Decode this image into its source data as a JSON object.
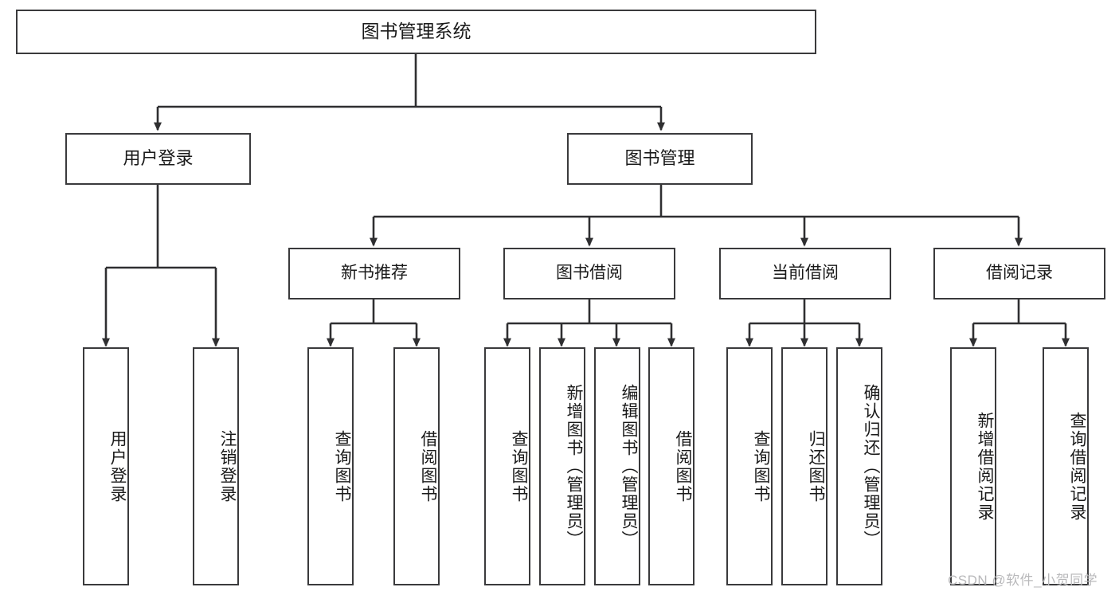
{
  "diagram": {
    "title": "图书管理系统",
    "type": "功能结构图",
    "root": {
      "label": "图书管理系统"
    },
    "level2": [
      {
        "label": "用户登录"
      },
      {
        "label": "图书管理"
      }
    ],
    "level3": [
      {
        "label": "新书推荐"
      },
      {
        "label": "图书借阅"
      },
      {
        "label": "当前借阅"
      },
      {
        "label": "借阅记录"
      }
    ],
    "leaves": {
      "user_login": [
        {
          "label": "用户登录"
        },
        {
          "label": "注销登录"
        }
      ],
      "new_book_recommend": [
        {
          "label": "查询图书"
        },
        {
          "label": "借阅图书"
        }
      ],
      "book_borrow": [
        {
          "label": "查询图书"
        },
        {
          "label": "新增图书（管理员）"
        },
        {
          "label": "编辑图书（管理员）"
        },
        {
          "label": "借阅图书"
        }
      ],
      "current_borrow": [
        {
          "label": "查询图书"
        },
        {
          "label": "归还图书"
        },
        {
          "label": "确认归还（管理员）"
        }
      ],
      "borrow_record": [
        {
          "label": "新增借阅记录"
        },
        {
          "label": "查询借阅记录"
        }
      ]
    }
  },
  "watermark": {
    "text": "CSDN @软件_小贺同学"
  },
  "colors": {
    "stroke": "#3a3a3c",
    "background": "#ffffff",
    "text": "#1a1a1a",
    "watermark": "#b9b9bb"
  }
}
